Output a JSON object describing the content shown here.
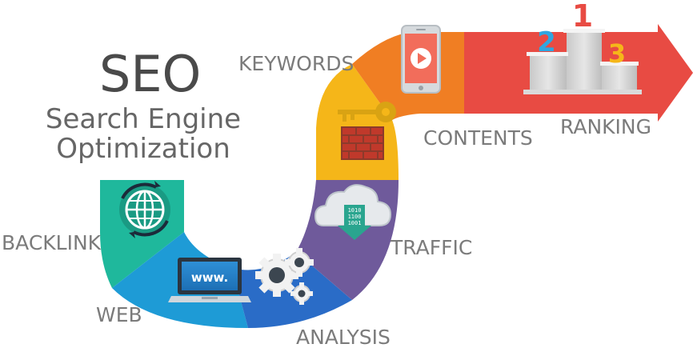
{
  "title": {
    "main": "SEO",
    "subtitle_line1": "Search Engine",
    "subtitle_line2": "Optimization"
  },
  "steps": [
    {
      "id": "backlink",
      "label": "BACKLINK",
      "color": "#1fb89c",
      "icon": "globe-refresh-icon"
    },
    {
      "id": "web",
      "label": "WEB",
      "color": "#1e9bd6",
      "icon": "laptop-icon",
      "icon_text": "www."
    },
    {
      "id": "analysis",
      "label": "ANALYSIS",
      "color": "#2a6cc7",
      "icon": "gears-icon"
    },
    {
      "id": "traffic",
      "label": "TRAFFIC",
      "color": "#6f5a9b",
      "icon": "cloud-download-icon",
      "icon_text": [
        "1010",
        "1100",
        "1001"
      ]
    },
    {
      "id": "keywords",
      "label": "KEYWORDS",
      "color": "#f5b619",
      "icon": "key-wall-icon"
    },
    {
      "id": "contents",
      "label": "CONTENTS",
      "color": "#f07e23",
      "icon": "smartphone-play-icon"
    },
    {
      "id": "ranking",
      "label": "RANKING",
      "color": "#e84b43",
      "icon": "podium-icon",
      "podium": [
        "2",
        "1",
        "3"
      ]
    }
  ],
  "colors": {
    "label_text": "#7b7b7b",
    "podium_1": "#e84b43",
    "podium_2": "#2fa6e0",
    "podium_3": "#f5b619"
  }
}
